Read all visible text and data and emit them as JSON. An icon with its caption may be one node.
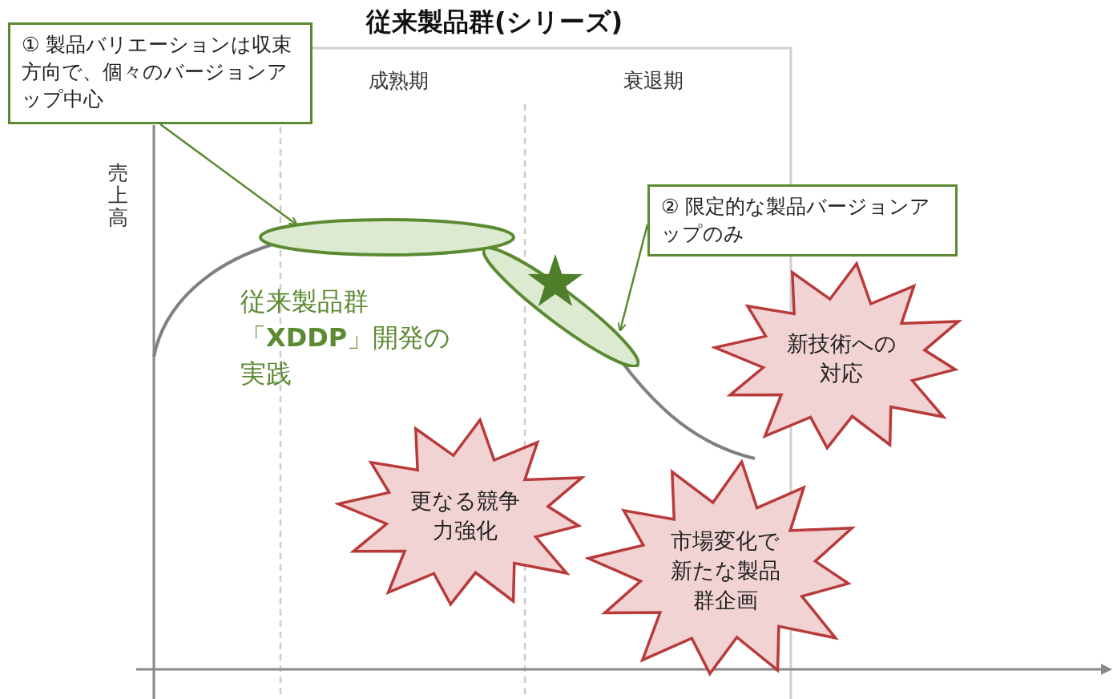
{
  "diagram": {
    "title": "従来製品群(シリーズ)",
    "nodes": [
      {
        "text": [
          "① 製品バリエーションは収束方向で、個々のバージョンアップ中心"
        ]
      },
      {
        "text": [],
        "shape": "ellipse"
      },
      {
        "text": [
          "② 限定的な製品バージョンアップのみ"
        ]
      },
      {
        "text": [],
        "shape": "ellipse"
      },
      {
        "text": [
          "新技術への対応"
        ]
      },
      {
        "text": [
          "更なる競争力強化"
        ]
      },
      {
        "text": [
          "市場変化で新たな製品群企画"
        ]
      }
    ],
    "edges": [
      {
        "from": 0,
        "to": 1,
        "arrow": "to"
      },
      {
        "from": 2,
        "to": 3,
        "arrow": "to"
      }
    ],
    "labels": [
      "成熟期",
      "衰退期",
      "売上高",
      "従来製品群「**XDDP**」開発の実践"
    ]
  }
}
